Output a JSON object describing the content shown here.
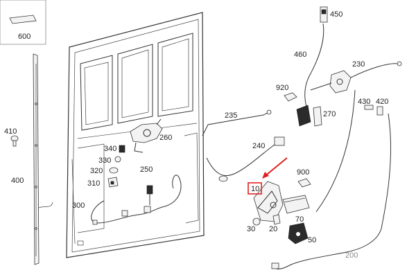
{
  "diagram": {
    "labels": {
      "p600": "600",
      "p450": "450",
      "p460": "460",
      "p230": "230",
      "p920": "920",
      "p270": "270",
      "p235": "235",
      "p430": "430",
      "p420": "420",
      "p410": "410",
      "p400": "400",
      "p340": "340",
      "p330": "330",
      "p260": "260",
      "p320": "320",
      "p250": "250",
      "p310": "310",
      "p240": "240",
      "p300": "300",
      "p900": "900",
      "p10": "10",
      "p70": "70",
      "p30": "30",
      "p20": "20",
      "p50": "50",
      "p200": "200"
    },
    "highlight": {
      "color": "#e02020"
    }
  }
}
